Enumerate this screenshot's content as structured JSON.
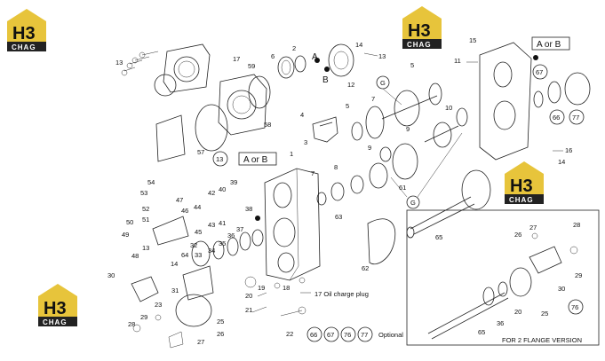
{
  "logos": [
    {
      "mark": "H3",
      "text": "CHAG"
    },
    {
      "mark": "H3",
      "text": "CHAG"
    },
    {
      "mark": "H3",
      "text": "CHAG"
    },
    {
      "mark": "H3",
      "text": "CHAG"
    }
  ],
  "callouts": {
    "a_or_b_1": "A or B",
    "a_or_b_2": "A or B",
    "letter_a": "A",
    "letter_b": "B",
    "g_1": "G",
    "g_2": "G"
  },
  "notes": {
    "oil_plug": "17 Oil charge plug",
    "optional_label": "Optional",
    "flange_version": "FOR 2 FLANGE  VERSION"
  },
  "optional_parts": [
    "66",
    "67",
    "76",
    "77"
  ],
  "part_labels": {
    "p1": "1",
    "p2": "2",
    "p3": "3",
    "p4": "4",
    "p5a": "5",
    "p5b": "5",
    "p6": "6",
    "p7a": "7",
    "p7b": "7",
    "p8": "8",
    "p9a": "9",
    "p9b": "9",
    "p10": "10",
    "p11": "11",
    "p12": "12",
    "p13a": "13",
    "p13b": "13",
    "p13c": "13",
    "p14a": "14",
    "p14b": "14",
    "p14c": "14",
    "p15": "15",
    "p16": "16",
    "p17": "17",
    "p18": "18",
    "p19": "19",
    "p20a": "20",
    "p20b": "20",
    "p21": "21",
    "p22": "22",
    "p23": "23",
    "p25a": "25",
    "p25b": "25",
    "p26a": "26",
    "p26b": "26",
    "p27a": "27",
    "p27b": "27",
    "p28a": "28",
    "p28b": "28",
    "p29a": "29",
    "p29b": "29",
    "p30a": "30",
    "p30b": "30",
    "p31": "31",
    "p32": "32",
    "p33": "33",
    "p34": "34",
    "p35": "35",
    "p36a": "36",
    "p36b": "36",
    "p37": "37",
    "p38": "38",
    "p39": "39",
    "p40": "40",
    "p41": "41",
    "p42": "42",
    "p43": "43",
    "p44": "44",
    "p45": "45",
    "p46": "46",
    "p47": "47",
    "p48": "48",
    "p49": "49",
    "p50": "50",
    "p51": "51",
    "p52": "52",
    "p53": "53",
    "p54": "54",
    "p57": "57",
    "p58": "58",
    "p59": "59",
    "p61": "61",
    "p62": "62",
    "p63": "63",
    "p64": "64",
    "p65a": "65",
    "p65b": "65",
    "p76c": "76",
    "p77c": "77",
    "p66c": "66",
    "p67c": "67",
    "p13circ": "13"
  }
}
